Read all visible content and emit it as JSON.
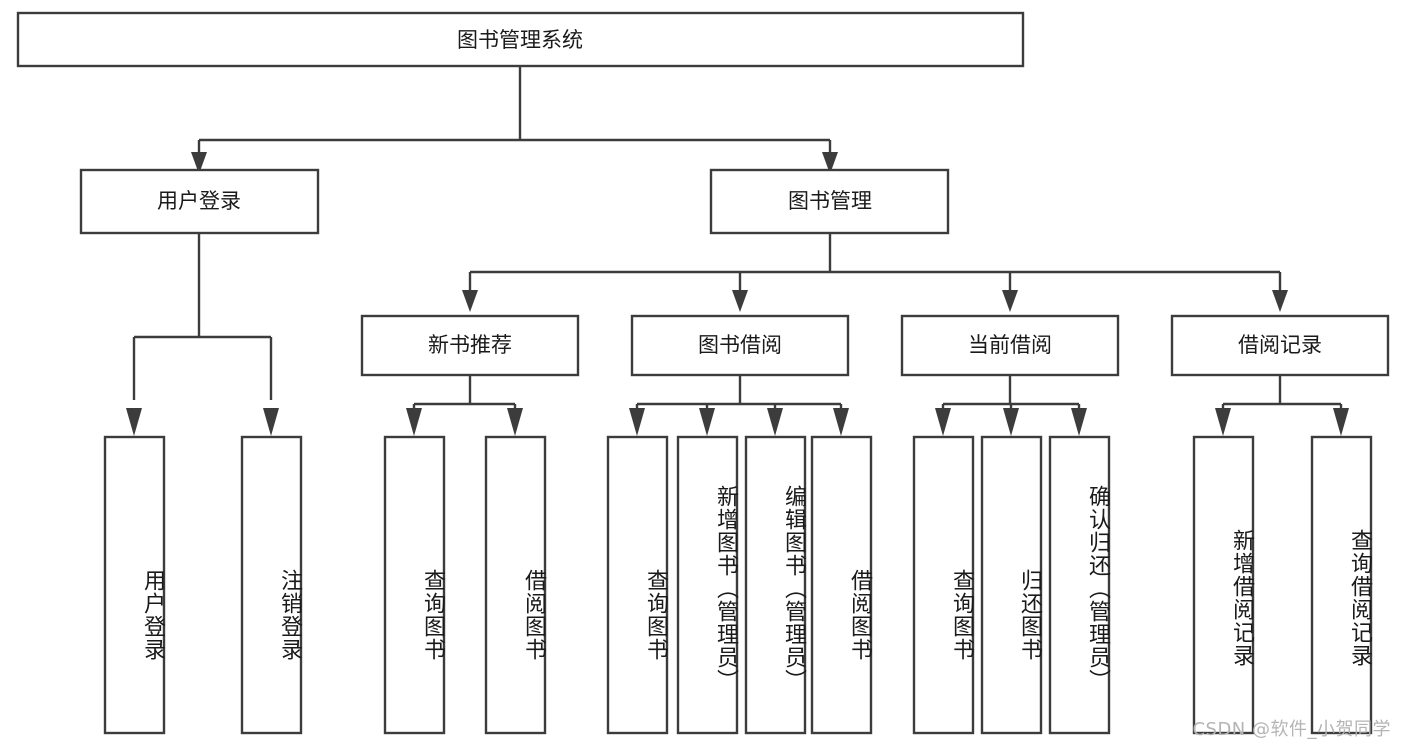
{
  "diagram": {
    "title": "图书管理系统",
    "watermark": "CSDN @软件_小贺同学",
    "levels": {
      "root": {
        "label": "图书管理系统"
      },
      "level2": [
        {
          "label": "用户登录"
        },
        {
          "label": "图书管理"
        }
      ],
      "level3": [
        {
          "label": "新书推荐"
        },
        {
          "label": "图书借阅"
        },
        {
          "label": "当前借阅"
        },
        {
          "label": "借阅记录"
        }
      ],
      "leaves": {
        "user_login": [
          {
            "label": "用户登录"
          },
          {
            "label": "注销登录"
          }
        ],
        "new_book_recommend": [
          {
            "label": "查询图书"
          },
          {
            "label": "借阅图书"
          }
        ],
        "book_borrow": [
          {
            "label": "查询图书"
          },
          {
            "label": "新增图书（管理员）"
          },
          {
            "label": "编辑图书（管理员）"
          },
          {
            "label": "借阅图书"
          }
        ],
        "current_borrow": [
          {
            "label": "查询图书"
          },
          {
            "label": "归还图书"
          },
          {
            "label": "确认归还（管理员）"
          }
        ],
        "borrow_record": [
          {
            "label": "新增借阅记录"
          },
          {
            "label": "查询借阅记录"
          }
        ]
      }
    },
    "colors": {
      "stroke": "#3c3c3c",
      "fill": "#ffffff",
      "text": "#1a1a1a",
      "watermark": "#b4b4b4"
    }
  }
}
